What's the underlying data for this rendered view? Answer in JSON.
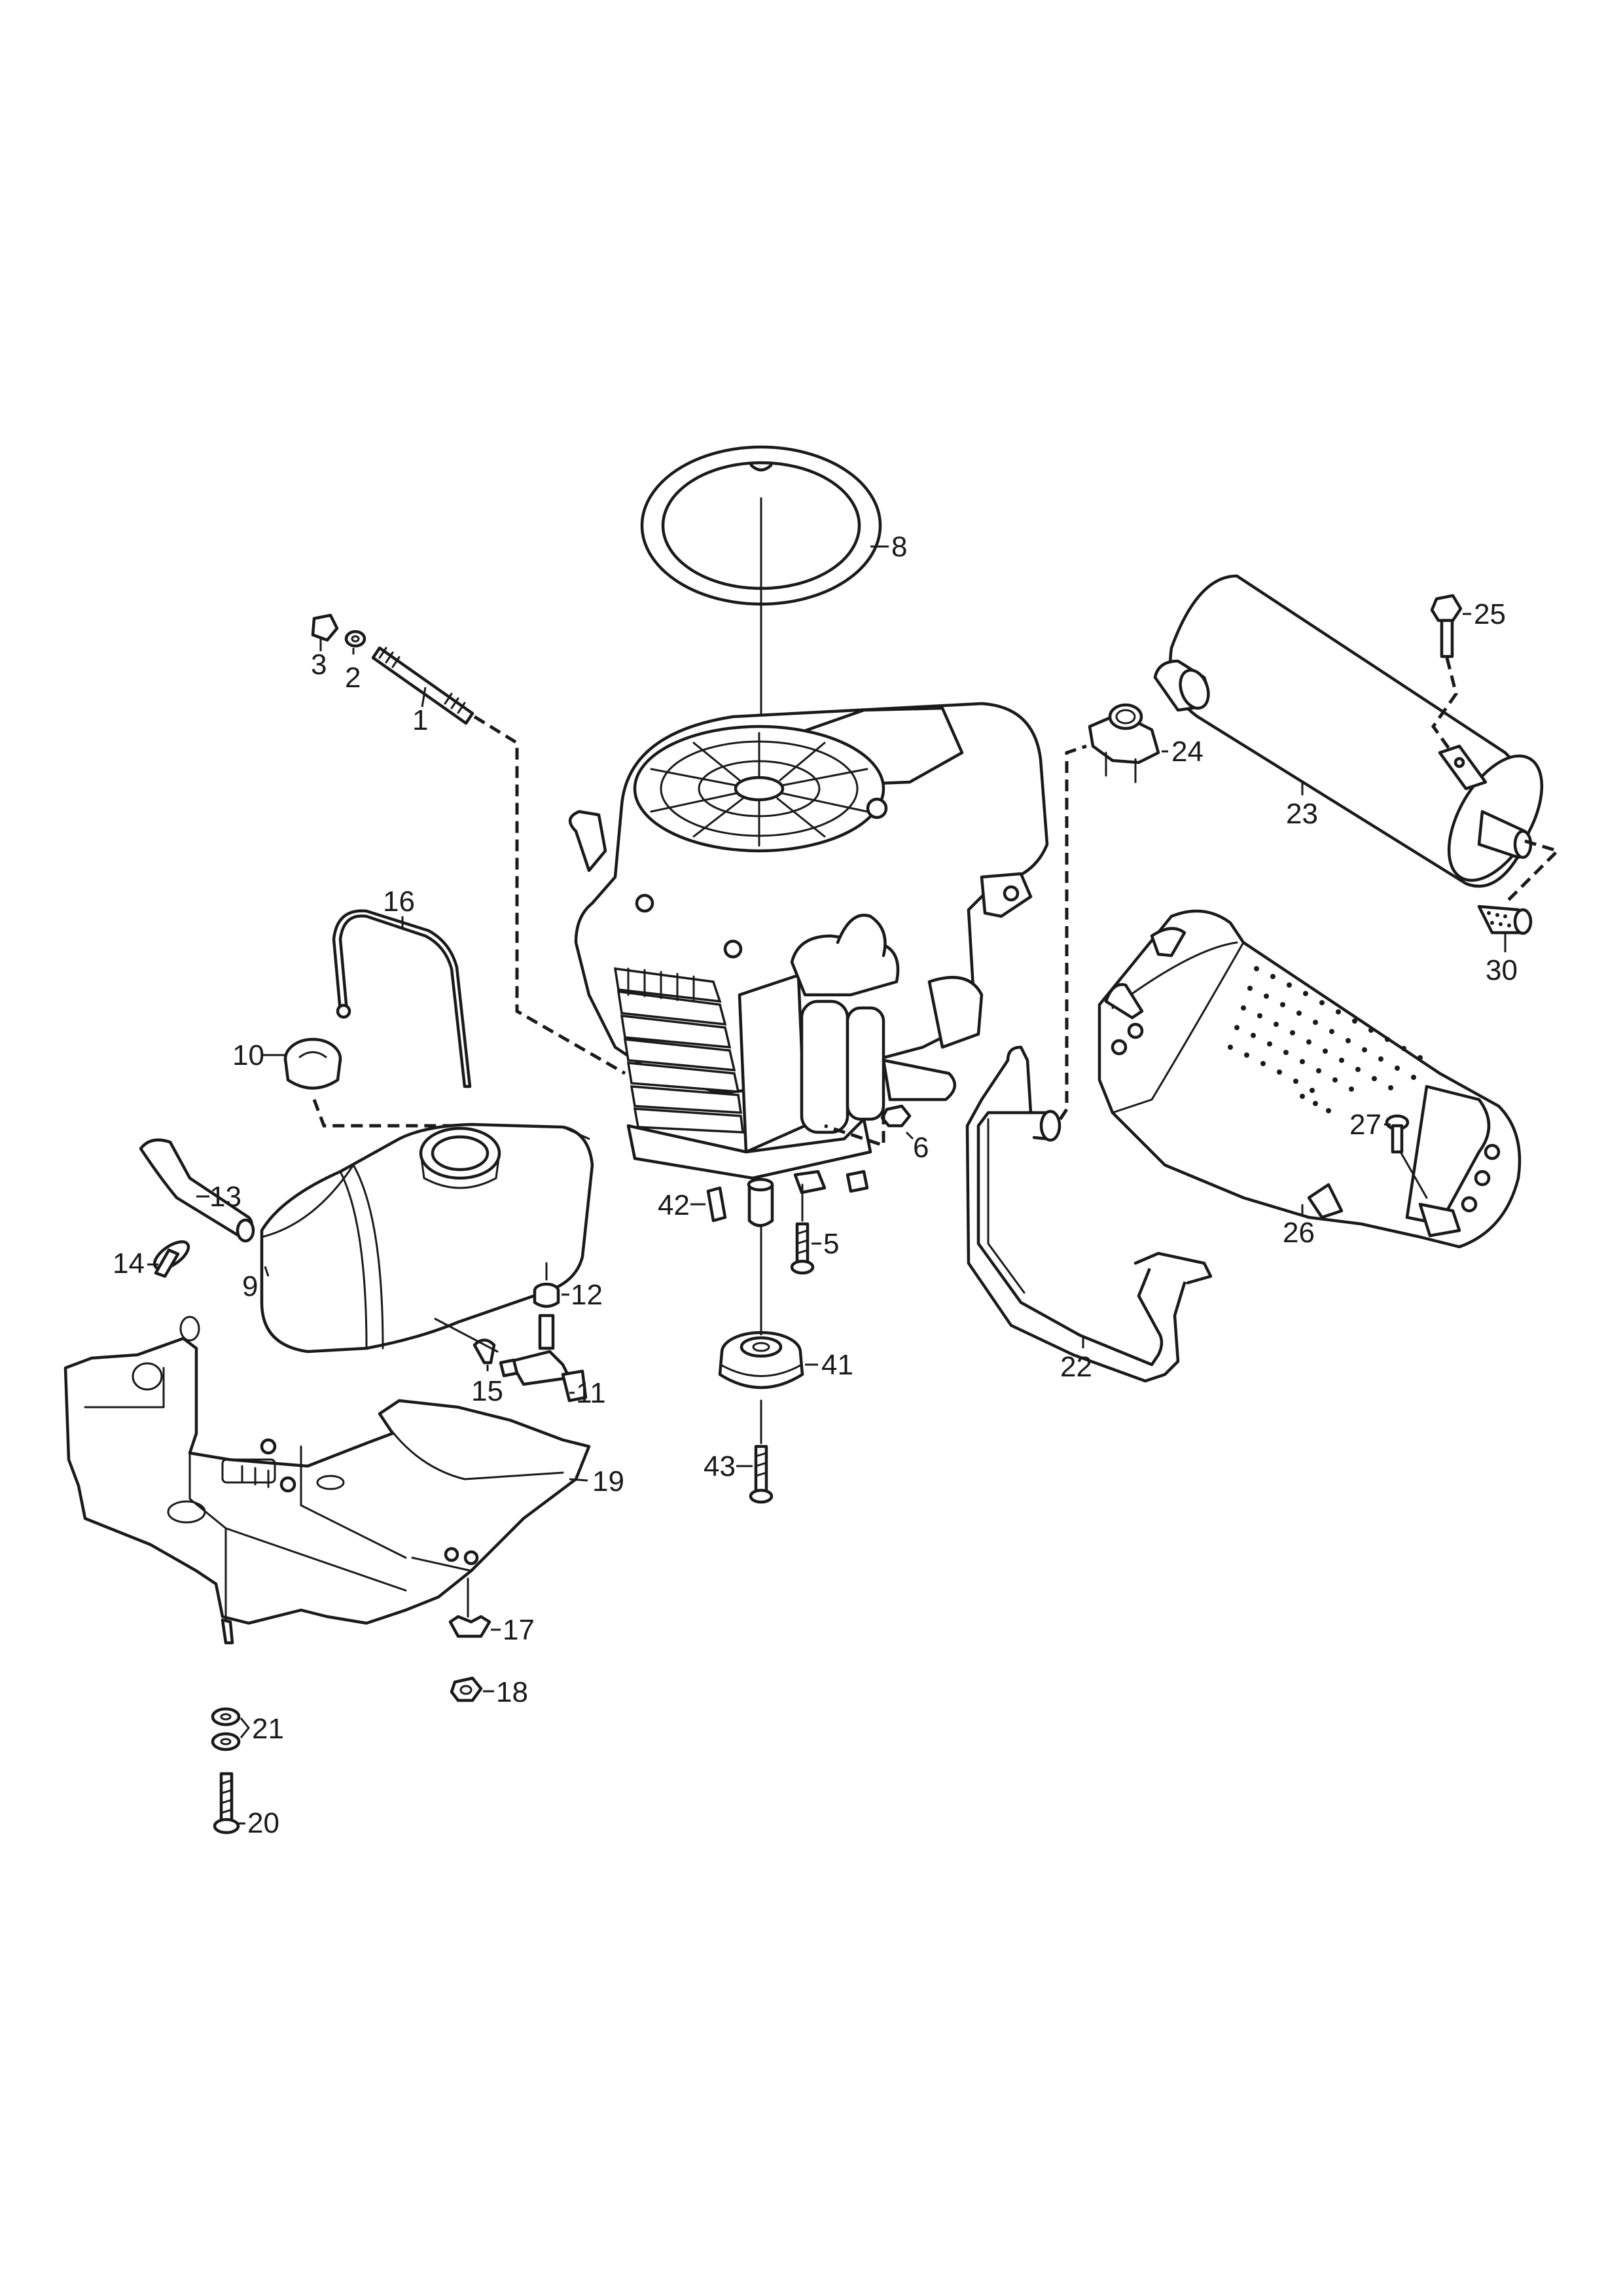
{
  "labels": {
    "p1": "1",
    "p2": "2",
    "p3": "3",
    "p5": "5",
    "p6": "6",
    "p8": "8",
    "p9": "9",
    "p10": "10",
    "p11": "11",
    "p12": "12",
    "p13": "13",
    "p14": "14",
    "p15": "15",
    "p16": "16",
    "p17": "17",
    "p18": "18",
    "p19": "19",
    "p20": "20",
    "p21": "21",
    "p22": "22",
    "p23": "23",
    "p24": "24",
    "p25": "25",
    "p26": "26",
    "p27": "27",
    "p30": "30",
    "p41": "41",
    "p42": "42",
    "p43": "43"
  }
}
